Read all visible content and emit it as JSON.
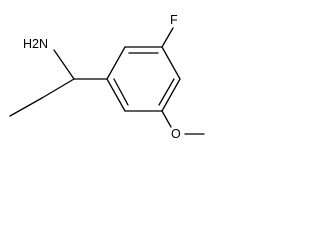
{
  "molecule": {
    "labels": {
      "amine": "H2N",
      "fluoro": "F",
      "methoxy_oxygen": "O"
    },
    "colors": {
      "bond": "#000000",
      "text": "#000000",
      "background": "#ffffff"
    }
  }
}
